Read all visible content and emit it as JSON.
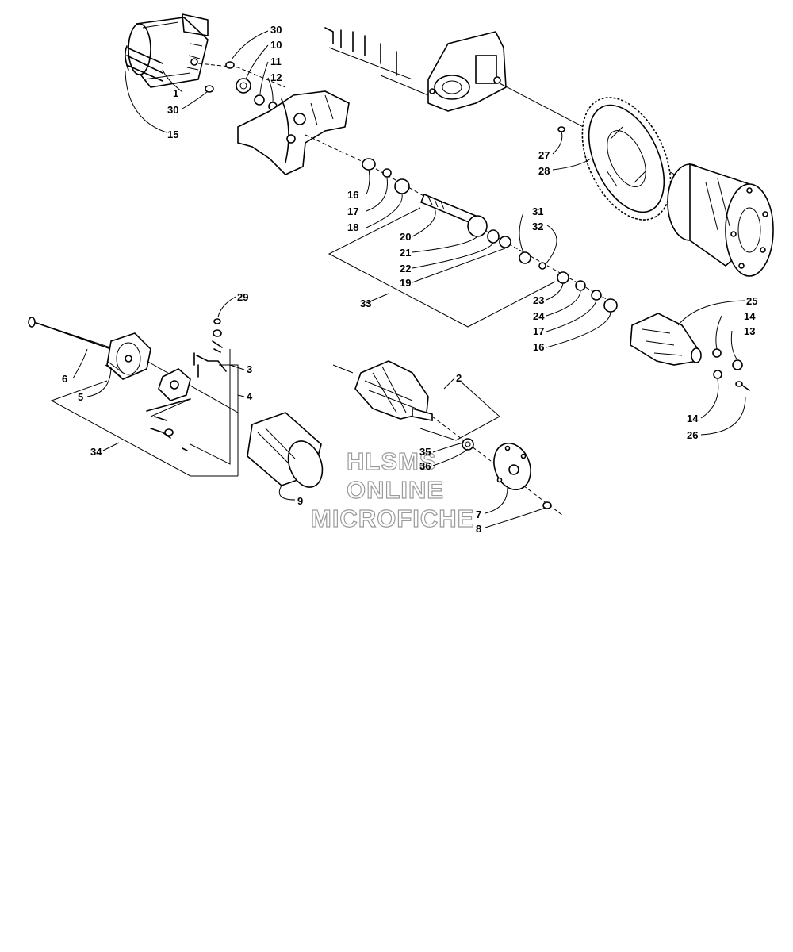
{
  "callouts": [
    {
      "id": "c30a",
      "text": "30"
    },
    {
      "id": "c10",
      "text": "10"
    },
    {
      "id": "c11",
      "text": "11"
    },
    {
      "id": "c12",
      "text": "12"
    },
    {
      "id": "c1",
      "text": "1"
    },
    {
      "id": "c30b",
      "text": "30"
    },
    {
      "id": "c15",
      "text": "15"
    },
    {
      "id": "c27",
      "text": "27"
    },
    {
      "id": "c28",
      "text": "28"
    },
    {
      "id": "c16a",
      "text": "16"
    },
    {
      "id": "c17a",
      "text": "17"
    },
    {
      "id": "c18",
      "text": "18"
    },
    {
      "id": "c20",
      "text": "20"
    },
    {
      "id": "c31",
      "text": "31"
    },
    {
      "id": "c32",
      "text": "32"
    },
    {
      "id": "c21",
      "text": "21"
    },
    {
      "id": "c22",
      "text": "22"
    },
    {
      "id": "c19",
      "text": "19"
    },
    {
      "id": "c33",
      "text": "33"
    },
    {
      "id": "c23",
      "text": "23"
    },
    {
      "id": "c24",
      "text": "24"
    },
    {
      "id": "c17b",
      "text": "17"
    },
    {
      "id": "c16b",
      "text": "16"
    },
    {
      "id": "c25",
      "text": "25"
    },
    {
      "id": "c14a",
      "text": "14"
    },
    {
      "id": "c13",
      "text": "13"
    },
    {
      "id": "c29",
      "text": "29"
    },
    {
      "id": "c3",
      "text": "3"
    },
    {
      "id": "c4",
      "text": "4"
    },
    {
      "id": "c6",
      "text": "6"
    },
    {
      "id": "c5",
      "text": "5"
    },
    {
      "id": "c2",
      "text": "2"
    },
    {
      "id": "c14b",
      "text": "14"
    },
    {
      "id": "c26",
      "text": "26"
    },
    {
      "id": "c34",
      "text": "34"
    },
    {
      "id": "c35",
      "text": "35"
    },
    {
      "id": "c36",
      "text": "36"
    },
    {
      "id": "c9",
      "text": "9"
    },
    {
      "id": "c7",
      "text": "7"
    },
    {
      "id": "c8",
      "text": "8"
    }
  ],
  "watermark": {
    "line1": "HLSMS",
    "line2": "ONLINE",
    "line3": "MICROFICHE"
  }
}
